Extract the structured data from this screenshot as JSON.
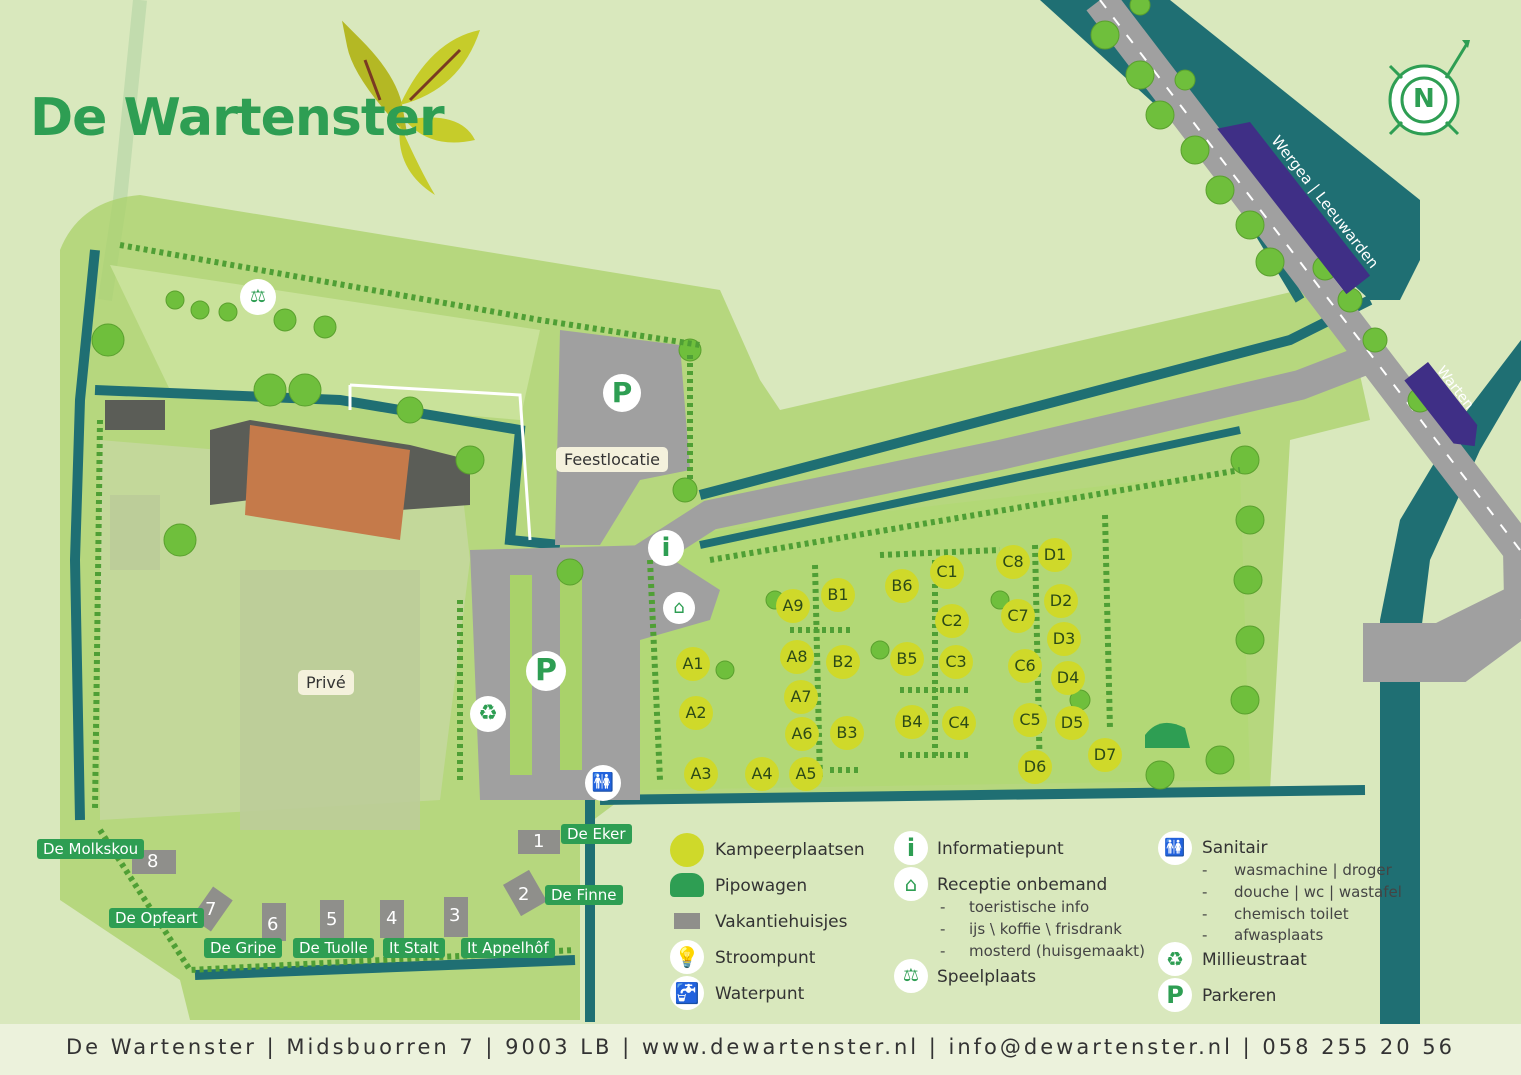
{
  "logo": {
    "text": "De Wartenster"
  },
  "compass": {
    "letter": "N"
  },
  "roads": {
    "wergea": "Wergea | Leeuwarden",
    "warten": "Warten"
  },
  "areas": {
    "feestlocatie": "Feestlocatie",
    "prive": "Privé"
  },
  "pitches": [
    "A1",
    "A2",
    "A3",
    "A4",
    "A5",
    "A6",
    "A7",
    "A8",
    "A9",
    "B1",
    "B2",
    "B3",
    "B4",
    "B5",
    "B6",
    "C1",
    "C2",
    "C3",
    "C4",
    "C5",
    "C6",
    "C7",
    "C8",
    "D1",
    "D2",
    "D3",
    "D4",
    "D5",
    "D6",
    "D7"
  ],
  "cottages": [
    {
      "num": "1",
      "name": "De Eker"
    },
    {
      "num": "2",
      "name": "De Finne"
    },
    {
      "num": "3",
      "name": "It Appelhôf"
    },
    {
      "num": "4",
      "name": "It Stalt"
    },
    {
      "num": "5",
      "name": "De Tuolle"
    },
    {
      "num": "6",
      "name": "De Gripe"
    },
    {
      "num": "7",
      "name": "De Opfeart"
    },
    {
      "num": "8",
      "name": "De Molkskou"
    }
  ],
  "legend": {
    "col1": [
      "Kampeerplaatsen",
      "Pipowagen",
      "Vakantiehuisjes",
      "Stroompunt",
      "Waterpunt"
    ],
    "info": "Informatiepunt",
    "reception": "Receptie onbemand",
    "reception_items": [
      "toeristische info",
      "ijs \\ koffie \\ frisdrank",
      "mosterd (huisgemaakt)"
    ],
    "play": "Speelplaats",
    "sanitair": "Sanitair",
    "sanitair_items": [
      "wasmachine | droger",
      "douche | wc | wastafel",
      "chemisch toilet",
      "afwasplaats"
    ],
    "milieu": "Millieustraat",
    "parking": "Parkeren",
    "dash": "-"
  },
  "footer": "De Wartenster | Midsbuorren 7 | 9003 LB | www.dewartenster.nl | info@dewartenster.nl | 058 255 20 56",
  "colors": {
    "grass": "#d9e8bd",
    "site": "#a9d26a",
    "water": "#1f6f73",
    "road": "#a0a0a0",
    "tree": "#6fbf3c",
    "pitch": "#cfd92a",
    "sign": "#2e9e53",
    "roadsign": "#3f2f86",
    "logo": "#2e9e53"
  },
  "icons": [
    "compass-icon",
    "parking-icon",
    "info-icon",
    "reception-icon",
    "recycle-icon",
    "sanitary-icon",
    "playground-icon",
    "power-icon",
    "water-icon",
    "caravan-icon"
  ]
}
